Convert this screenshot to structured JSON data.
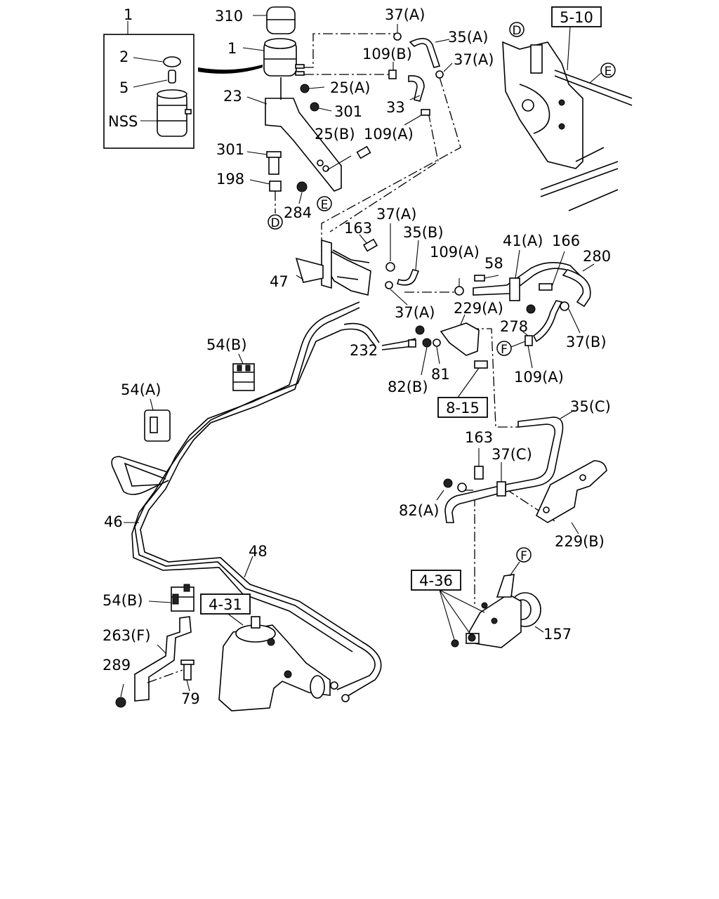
{
  "callouts": [
    {
      "id": "c1",
      "text": "1"
    },
    {
      "id": "c2",
      "text": "2"
    },
    {
      "id": "c5",
      "text": "5"
    },
    {
      "id": "cNSS",
      "text": "NSS"
    },
    {
      "id": "c310",
      "text": "310"
    },
    {
      "id": "c1b",
      "text": "1"
    },
    {
      "id": "c23",
      "text": "23"
    },
    {
      "id": "c25a",
      "text": "25(A)"
    },
    {
      "id": "c301a",
      "text": "301"
    },
    {
      "id": "c25b",
      "text": "25(B)"
    },
    {
      "id": "c109a1",
      "text": "109(A)"
    },
    {
      "id": "c301b",
      "text": "301"
    },
    {
      "id": "c198",
      "text": "198"
    },
    {
      "id": "c284",
      "text": "284"
    },
    {
      "id": "c37a1",
      "text": "37(A)"
    },
    {
      "id": "c35a",
      "text": "35(A)"
    },
    {
      "id": "c109b",
      "text": "109(B)"
    },
    {
      "id": "c37a2",
      "text": "37(A)"
    },
    {
      "id": "c33",
      "text": "33"
    },
    {
      "id": "c37a3",
      "text": "37(A)"
    },
    {
      "id": "c163a",
      "text": "163"
    },
    {
      "id": "c35b",
      "text": "35(B)"
    },
    {
      "id": "c47",
      "text": "47"
    },
    {
      "id": "c37a4",
      "text": "37(A)"
    },
    {
      "id": "c109a2",
      "text": "109(A)"
    },
    {
      "id": "c58",
      "text": "58"
    },
    {
      "id": "c41a",
      "text": "41(A)"
    },
    {
      "id": "c166",
      "text": "166"
    },
    {
      "id": "c280",
      "text": "280"
    },
    {
      "id": "c229a",
      "text": "229(A)"
    },
    {
      "id": "c278",
      "text": "278"
    },
    {
      "id": "c37b",
      "text": "37(B)"
    },
    {
      "id": "c109a3",
      "text": "109(A)"
    },
    {
      "id": "c232",
      "text": "232"
    },
    {
      "id": "c81",
      "text": "81"
    },
    {
      "id": "c82b",
      "text": "82(B)"
    },
    {
      "id": "c54b1",
      "text": "54(B)"
    },
    {
      "id": "c54a",
      "text": "54(A)"
    },
    {
      "id": "c35c",
      "text": "35(C)"
    },
    {
      "id": "c163b",
      "text": "163"
    },
    {
      "id": "c37c",
      "text": "37(C)"
    },
    {
      "id": "c82a",
      "text": "82(A)"
    },
    {
      "id": "c229b",
      "text": "229(B)"
    },
    {
      "id": "c46",
      "text": "46"
    },
    {
      "id": "c48",
      "text": "48"
    },
    {
      "id": "c54b2",
      "text": "54(B)"
    },
    {
      "id": "c263f",
      "text": "263(F)"
    },
    {
      "id": "c289",
      "text": "289"
    },
    {
      "id": "c79",
      "text": "79"
    },
    {
      "id": "c157",
      "text": "157"
    }
  ],
  "references": [
    {
      "id": "r510",
      "text": "5-10"
    },
    {
      "id": "r815",
      "text": "8-15"
    },
    {
      "id": "r431",
      "text": "4-31"
    },
    {
      "id": "r436",
      "text": "4-36"
    }
  ],
  "markers": [
    {
      "id": "mD1",
      "text": "D"
    },
    {
      "id": "mE1",
      "text": "E"
    },
    {
      "id": "mD2",
      "text": "D"
    },
    {
      "id": "mE2",
      "text": "E"
    },
    {
      "id": "mF1",
      "text": "F"
    },
    {
      "id": "mF2",
      "text": "F"
    }
  ]
}
